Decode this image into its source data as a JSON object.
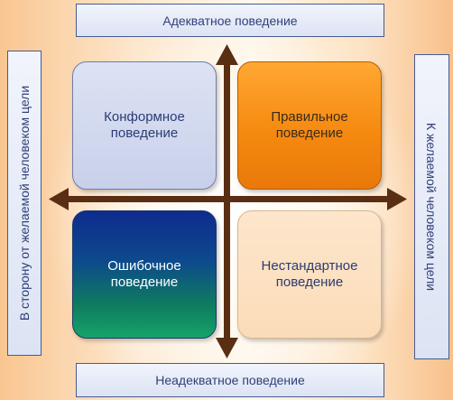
{
  "axis_labels": {
    "top": "Адекватное поведение",
    "bottom": "Неадекватное поведение",
    "left": "В сторону от желаемой человеком цели",
    "right": "К желаемой человеком цели"
  },
  "quadrants": {
    "top_left": "Конформное поведение",
    "top_right": "Правильное поведение",
    "bottom_left": "Ошибочное поведение",
    "bottom_right": "Нестандартное поведение"
  },
  "colors": {
    "arrow": "#5a2e12",
    "label_text": "#2f3f78",
    "top_right_fill": "#f58a10",
    "bottom_left_fill": "#0d4a8c"
  }
}
